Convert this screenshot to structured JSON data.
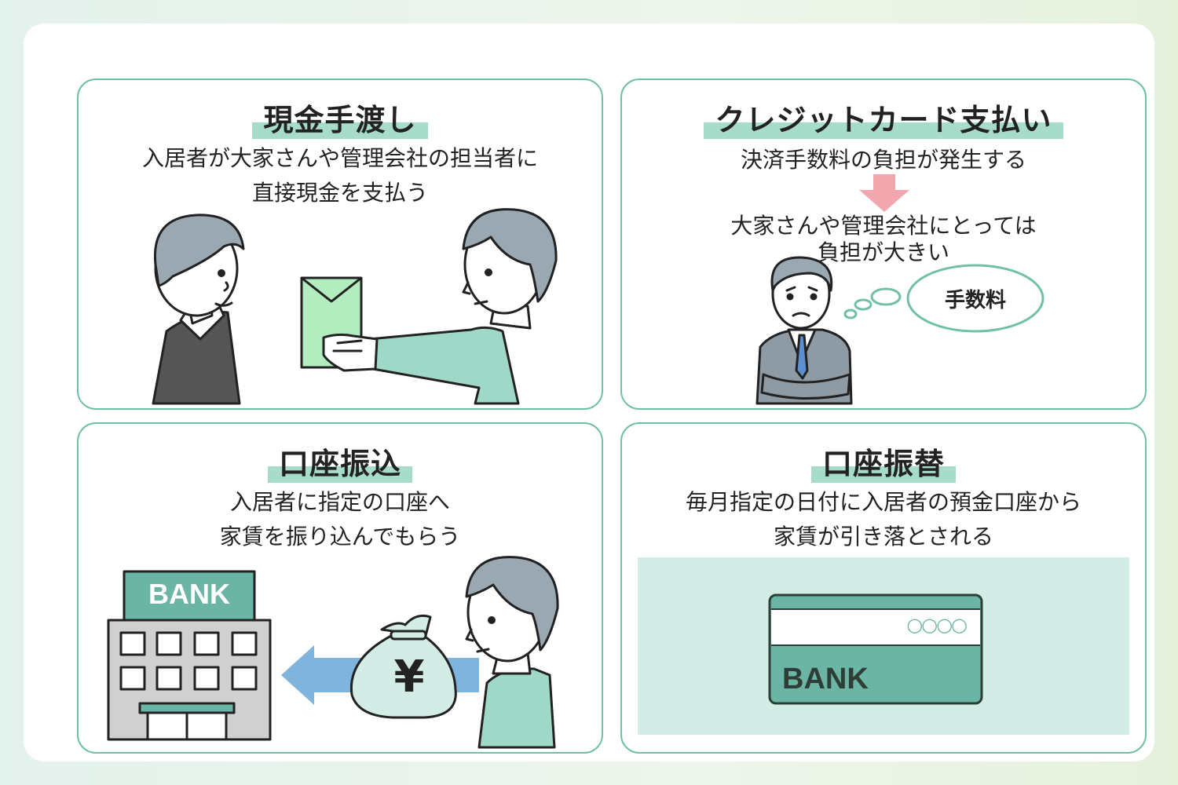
{
  "panels": {
    "cash": {
      "title": "現金手渡し",
      "lines": [
        "入居者が大家さんや管理会社の担当者に",
        "直接現金を支払う"
      ]
    },
    "credit": {
      "title": "クレジットカード支払い",
      "line1": "決済手数料の負担が発生する",
      "lines2": [
        "大家さんや管理会社にとっては",
        "負担が大きい"
      ],
      "thought": "手数料"
    },
    "transfer": {
      "title": "口座振込",
      "lines": [
        "入居者に指定の口座へ",
        "家賃を振り込んでもらう"
      ],
      "bank_sign": "BANK",
      "yen": "¥"
    },
    "debit": {
      "title": "口座振替",
      "lines": [
        "毎月指定の日付に入居者の預金口座から",
        "家賃が引き落とされる"
      ],
      "card_label": "BANK",
      "card_number": "○○○○"
    }
  },
  "colors": {
    "border": "#6fbfa9",
    "highlight": "#a6dcc9",
    "shirt": "#a0d8c8",
    "hair": "#9aa8b2",
    "arrow_pink": "#f2a7ae",
    "arrow_blue": "#7fb4dc",
    "bank_green": "#6ab5a3",
    "card_panel": "#d3ede6"
  }
}
